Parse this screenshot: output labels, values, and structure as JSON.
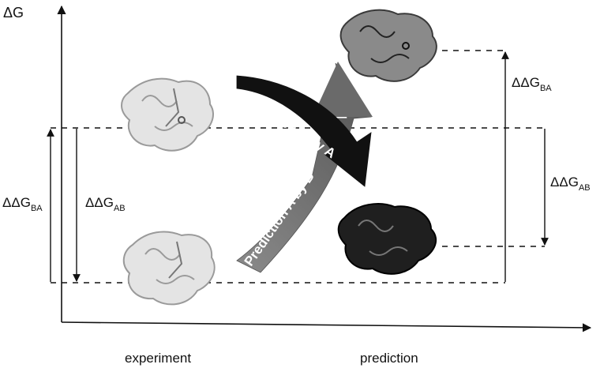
{
  "axes": {
    "y_label": "ΔG",
    "x_label_left": "experiment",
    "x_label_right": "prediction"
  },
  "energy_labels": {
    "ddg_ba_left": {
      "base": "ΔΔG",
      "sub": "BA"
    },
    "ddg_ab_left": {
      "base": "ΔΔG",
      "sub": "AB"
    },
    "ddg_ba_right": {
      "base": "ΔΔG",
      "sub": "BA"
    },
    "ddg_ab_right": {
      "base": "ΔΔG",
      "sub": "AB"
    }
  },
  "arrows": {
    "prediction_b_by_a": "Prediction B by A",
    "prediction_a_by_b": "Prediction A by B"
  },
  "colors": {
    "line": "#111111",
    "arrow_dark": "#111111",
    "arrow_grey": "#6f6f6f",
    "protein_light": "#d8d8d8",
    "protein_mid": "#7a7a7a",
    "protein_dark": "#1a1a1a"
  }
}
